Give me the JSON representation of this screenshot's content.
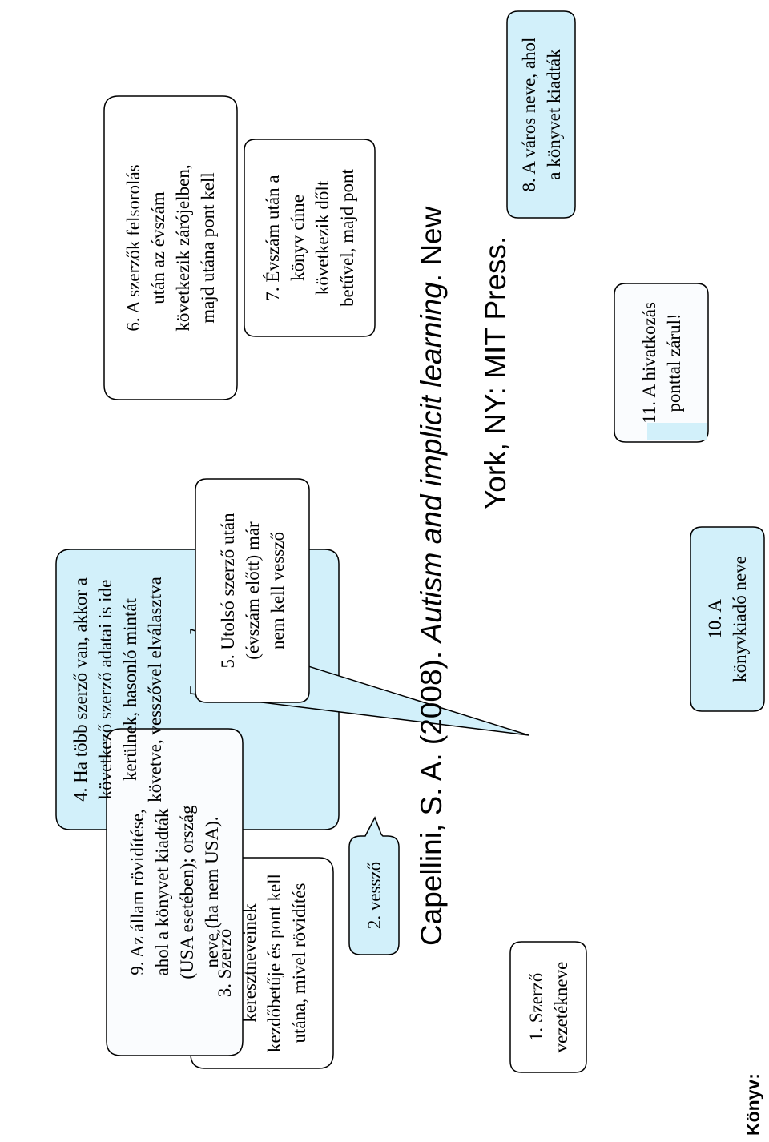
{
  "page_label": "Könyv:",
  "citation": {
    "line1_prefix": "Capellini, S. A. (2008). ",
    "line1_title": "Autism and implicit learning",
    "line1_suffix": ". New",
    "line2": "York, NY: MIT Press."
  },
  "callouts": {
    "c1": [
      "1. Szerző",
      "vezetékneve"
    ],
    "c2": [
      "2. vessző"
    ],
    "c3": [
      "3. Szerző",
      "keresztneveinek",
      "kezdőbetűje és pont kell",
      "utána, mivel rövidítés"
    ],
    "c4": [
      "4. Ha több szerző van, akkor a",
      "következő szerző adatai is ide",
      "kerülnek, hasonló mintát",
      "követve, vesszővel elválasztva"
    ],
    "c5": [
      "5. Utolsó szerző után",
      "(évszám előtt) már",
      "nem kell vessző"
    ],
    "c6": [
      "6. A szerzők felsorolás",
      "után az évszám",
      "következik zárójelben,",
      "majd utána pont kell"
    ],
    "c7": [
      "7. Évszám után a",
      "könyv címe",
      "következik dőlt",
      "betűvel, majd pont"
    ],
    "c8": [
      "8. A város neve, ahol",
      "a könyvet kiadták"
    ],
    "c9": [
      "9. Az állam rövidítése,",
      "ahol a könyvet kiadták",
      "(USA esetében); ország",
      "neve (ha nem USA)."
    ],
    "c10": [
      "10. A",
      "könyvkiadó neve"
    ],
    "c11": [
      "11. A hivatkozás",
      "ponttal zárul!"
    ]
  },
  "colors": {
    "shaded_fill": "#d2f0fa",
    "plain_fill": "#ffffff",
    "stroke": "#000000",
    "light_fill": "#fafcfe"
  }
}
